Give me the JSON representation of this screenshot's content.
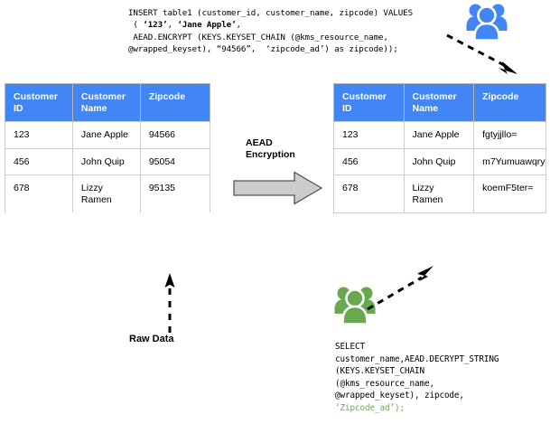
{
  "insert_sql": {
    "lines": [
      [
        {
          "t": "INSERT table1 (customer_id, customer_name, zipcode) VALUES",
          "style": "normal"
        }
      ],
      [
        {
          "t": " ( ",
          "style": "normal"
        },
        {
          "t": "‘123’",
          "style": "bold"
        },
        {
          "t": ", ",
          "style": "normal"
        },
        {
          "t": "‘Jane Apple’",
          "style": "bold"
        },
        {
          "t": ",",
          "style": "normal"
        }
      ],
      [
        {
          "t": " AEAD.ENCRYPT (KEYS.KEYSET_CHAIN (@kms_resource_name,",
          "style": "normal"
        }
      ],
      [
        {
          "t": "@wrapped_keyset), “94566”,  ‘zipcode_ad’) as zipcode));",
          "style": "normal"
        }
      ]
    ]
  },
  "select_sql": {
    "lines": [
      [
        {
          "t": "SELECT",
          "style": "normal"
        }
      ],
      [
        {
          "t": "customer_name,AEAD.DECRYPT_STRING",
          "style": "normal"
        }
      ],
      [
        {
          "t": "(KEYS.KEYSET_CHAIN",
          "style": "normal"
        }
      ],
      [
        {
          "t": "(@kms_resource_name,",
          "style": "normal"
        }
      ],
      [
        {
          "t": "@wrapped_keyset), zipcode,",
          "style": "normal"
        }
      ],
      [
        {
          "t": "‘Zipcode_ad’);",
          "style": "green"
        }
      ]
    ]
  },
  "table_left": {
    "headers": [
      "Customer ID",
      "Customer Name",
      "Zipcode"
    ],
    "rows": [
      [
        "123",
        "Jane Apple",
        "94566"
      ],
      [
        "456",
        "John Quip",
        "95054"
      ],
      [
        "678",
        "Lizzy Ramen",
        "95135"
      ]
    ]
  },
  "table_right": {
    "headers": [
      "Customer ID",
      "Customer Name",
      "Zipcode"
    ],
    "rows": [
      [
        "123",
        "Jane Apple",
        "fgtyjjllo="
      ],
      [
        "456",
        "John Quip",
        "m7Yumuawqry"
      ],
      [
        "678",
        "Lizzy Ramen",
        "koemF5ter="
      ]
    ]
  },
  "labels": {
    "aead_encryption": "AEAD\nEncryption",
    "raw_data": "Raw Data"
  },
  "colors": {
    "header_blue": "#4285f4",
    "people_blue": "#4285f4",
    "people_green": "#6aa84f",
    "arrow_gray_fill": "#cccccc",
    "arrow_gray_stroke": "#555555",
    "green_text": "#6aa84f"
  },
  "icons": {
    "people_blue": "people-group-icon",
    "people_green": "people-group-icon",
    "big_arrow": "block-arrow-right-icon",
    "raw_data_arrow": "dashed-arrow-up-icon",
    "insert_arrow": "dashed-arrow-down-right-icon",
    "select_arrow": "dashed-arrow-up-right-icon"
  }
}
